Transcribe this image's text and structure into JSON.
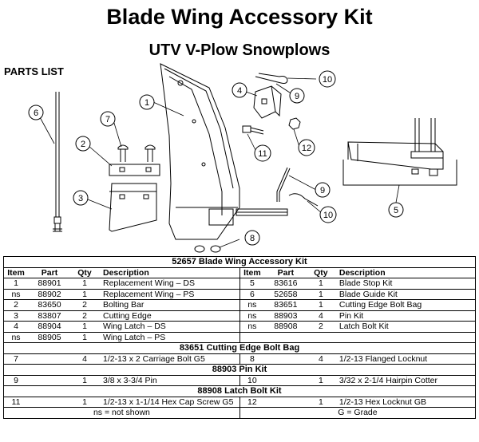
{
  "title": "Blade Wing Accessory Kit",
  "subtitle": "UTV V-Plow Snowplows",
  "parts_list_label": "PARTS LIST",
  "callouts": [
    "1",
    "2",
    "3",
    "4",
    "5",
    "6",
    "7",
    "8",
    "9",
    "9",
    "10",
    "10",
    "11",
    "12"
  ],
  "kit": {
    "title": "52657  Blade Wing Accessory Kit",
    "headers": {
      "item": "Item",
      "part": "Part",
      "qty": "Qty",
      "description": "Description"
    },
    "left": [
      {
        "item": "1",
        "part": "88901",
        "qty": "1",
        "description": "Replacement Wing – DS"
      },
      {
        "item": "ns",
        "part": "88902",
        "qty": "1",
        "description": "Replacement Wing – PS"
      },
      {
        "item": "2",
        "part": "83650",
        "qty": "2",
        "description": "Bolting Bar"
      },
      {
        "item": "3",
        "part": "83807",
        "qty": "2",
        "description": "Cutting Edge"
      },
      {
        "item": "4",
        "part": "88904",
        "qty": "1",
        "description": "Wing Latch – DS"
      },
      {
        "item": "ns",
        "part": "88905",
        "qty": "1",
        "description": "Wing Latch – PS"
      }
    ],
    "right": [
      {
        "item": "5",
        "part": "83616",
        "qty": "1",
        "description": "Blade Stop Kit"
      },
      {
        "item": "6",
        "part": "52658",
        "qty": "1",
        "description": "Blade Guide Kit"
      },
      {
        "item": "ns",
        "part": "83651",
        "qty": "1",
        "description": "Cutting Edge Bolt Bag"
      },
      {
        "item": "ns",
        "part": "88903",
        "qty": "4",
        "description": "Pin Kit"
      },
      {
        "item": "ns",
        "part": "88908",
        "qty": "2",
        "description": "Latch Bolt Kit"
      }
    ]
  },
  "sub_kits": [
    {
      "title": "83651  Cutting Edge Bolt Bag",
      "row": {
        "item_l": "7",
        "qty_l": "4",
        "desc_l": "1/2-13 x 2 Carriage Bolt G5",
        "item_r": "8",
        "qty_r": "4",
        "desc_r": "1/2-13 Flanged Locknut"
      }
    },
    {
      "title": "88903  Pin Kit",
      "row": {
        "item_l": "9",
        "qty_l": "1",
        "desc_l": "3/8 x 3-3/4 Pin",
        "item_r": "10",
        "qty_r": "1",
        "desc_r": "3/32 x 2-1/4 Hairpin Cotter"
      }
    },
    {
      "title": "88908  Latch Bolt Kit",
      "row": {
        "item_l": "11",
        "qty_l": "1",
        "desc_l": "1/2-13 x 1-1/14 Hex Cap Screw G5",
        "item_r": "12",
        "qty_r": "1",
        "desc_r": "1/2-13 Hex Locknut GB"
      }
    }
  ],
  "footer": {
    "left": "ns = not shown",
    "right": "G = Grade"
  }
}
